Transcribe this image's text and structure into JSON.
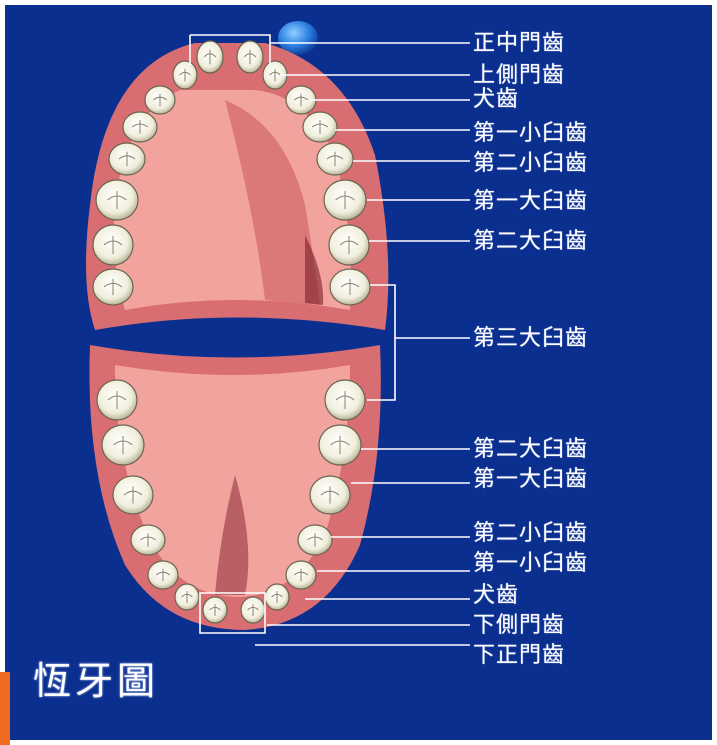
{
  "title": "恆牙圖",
  "colors": {
    "background": "#0b2f8f",
    "gum": "#e07b7b",
    "palate": "#f4a9a3",
    "tooth": "#f3f1e4",
    "leader": "#ffffff",
    "accent_tab": "#f06b21"
  },
  "upper_labels": [
    "正中門齒",
    "上側門齒",
    "犬齒",
    "第一小臼齒",
    "第二小臼齒",
    "第一大臼齒",
    "第二大臼齒"
  ],
  "shared_label": "第三大臼齒",
  "lower_labels": [
    "第二大臼齒",
    "第一大臼齒",
    "第二小臼齒",
    "第一小臼齒",
    "犬齒",
    "下側門齒",
    "下正門齒"
  ]
}
